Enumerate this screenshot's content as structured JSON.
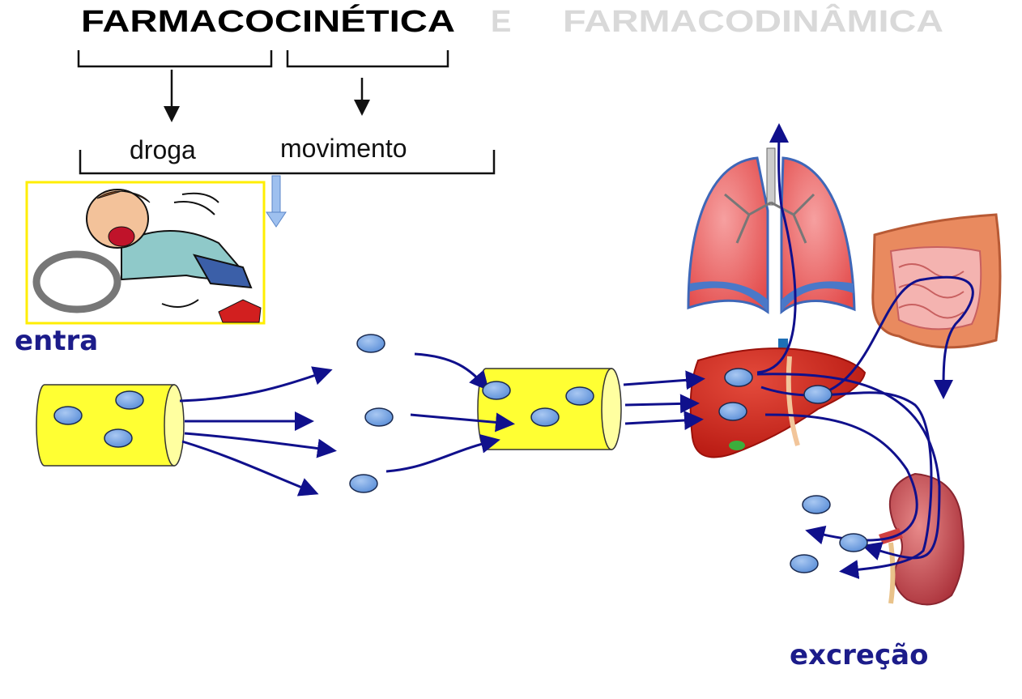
{
  "title": {
    "left": "FARMACOCINÉTICA",
    "conjunction": "E",
    "right": "FARMACODINÂMICA"
  },
  "bracket_labels": {
    "first": "droga",
    "second": "movimento"
  },
  "labels": {
    "entry": "entra",
    "excretion": "excreção"
  },
  "organs": [
    "lungs",
    "intestines",
    "liver",
    "kidney"
  ],
  "colors": {
    "title": "#000000",
    "title_faded": "#d9d9d9",
    "labels": "#1c1c8a",
    "arrows": "#10108c",
    "molecule": "#6f9fe0",
    "cylinder": "#ffff33",
    "cartoon_border": "#ffee00"
  }
}
